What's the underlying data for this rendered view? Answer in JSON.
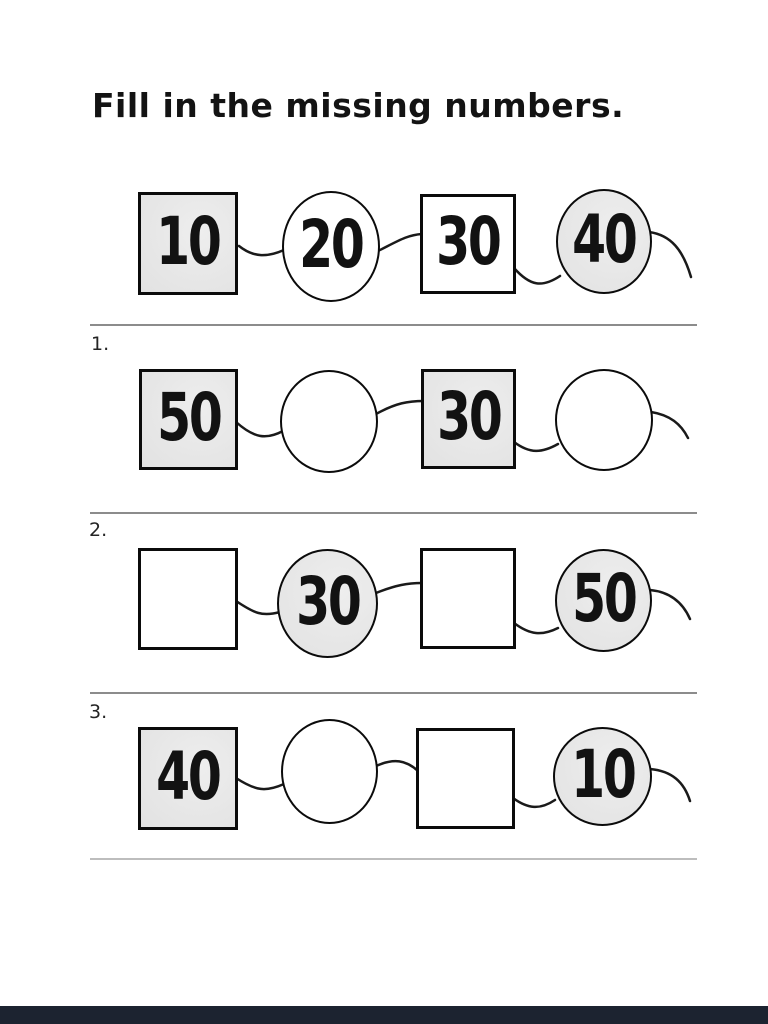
{
  "title": "Fill in the missing numbers.",
  "colors": {
    "shape_fill": "#e7e7e7",
    "ink": "#121212",
    "line": "#1a1a1a",
    "divider": "#8c8c8c",
    "divider_light": "#bdbdbd",
    "footer_bar": "#1c2330"
  },
  "example_row": {
    "cells": [
      {
        "shape": "square",
        "filled": true,
        "value": "10"
      },
      {
        "shape": "circle",
        "filled": false,
        "value": "20"
      },
      {
        "shape": "square",
        "filled": false,
        "value": "30"
      },
      {
        "shape": "circle",
        "filled": true,
        "value": "40"
      }
    ]
  },
  "problems": [
    {
      "label": "1.",
      "cells": [
        {
          "shape": "square",
          "filled": true,
          "value": "50"
        },
        {
          "shape": "circle",
          "filled": false,
          "value": ""
        },
        {
          "shape": "square",
          "filled": true,
          "value": "30"
        },
        {
          "shape": "circle",
          "filled": false,
          "value": ""
        }
      ]
    },
    {
      "label": "2.",
      "cells": [
        {
          "shape": "square",
          "filled": false,
          "value": ""
        },
        {
          "shape": "circle",
          "filled": true,
          "value": "30"
        },
        {
          "shape": "square",
          "filled": false,
          "value": ""
        },
        {
          "shape": "circle",
          "filled": true,
          "value": "50"
        }
      ]
    },
    {
      "label": "3.",
      "cells": [
        {
          "shape": "square",
          "filled": true,
          "value": "40"
        },
        {
          "shape": "circle",
          "filled": false,
          "value": ""
        },
        {
          "shape": "square",
          "filled": false,
          "value": ""
        },
        {
          "shape": "circle",
          "filled": true,
          "value": "10"
        }
      ]
    }
  ]
}
